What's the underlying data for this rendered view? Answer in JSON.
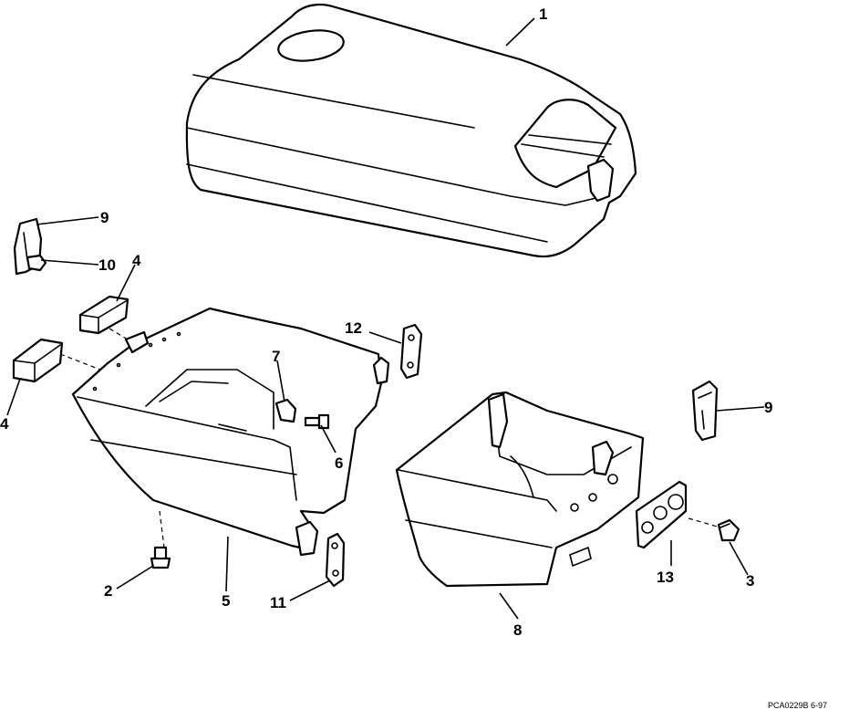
{
  "callouts": {
    "c1": "1",
    "c2": "2",
    "c3": "3",
    "c4a": "4",
    "c4b": "4",
    "c5": "5",
    "c6": "6",
    "c7": "7",
    "c8": "8",
    "c9a": "9",
    "c9b": "9",
    "c10": "10",
    "c11": "11",
    "c12": "12",
    "c13": "13"
  },
  "drawing_code": "PCA0229B   6-97"
}
